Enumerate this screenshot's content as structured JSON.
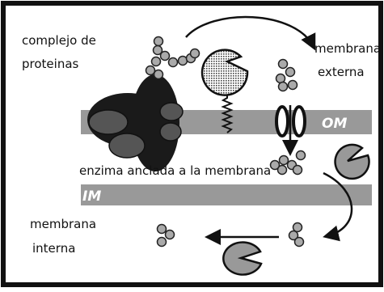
{
  "labels": {
    "protein_complex": [
      "complejo de",
      "proteinas"
    ],
    "outer_membrane": [
      "membrana",
      "externa"
    ],
    "anchored_enzyme": "enzima anclada a la membrana",
    "inner_membrane": [
      "membrana",
      "interna"
    ]
  },
  "bands": {
    "om": "OM",
    "im": "IM"
  },
  "colors": {
    "frame": "#111111",
    "membrane": "#999999",
    "protein": "#1a1a1a",
    "subunit": "#555555",
    "bead": "#aaaaaa",
    "pacman_hatched": "#c8c8c8"
  }
}
